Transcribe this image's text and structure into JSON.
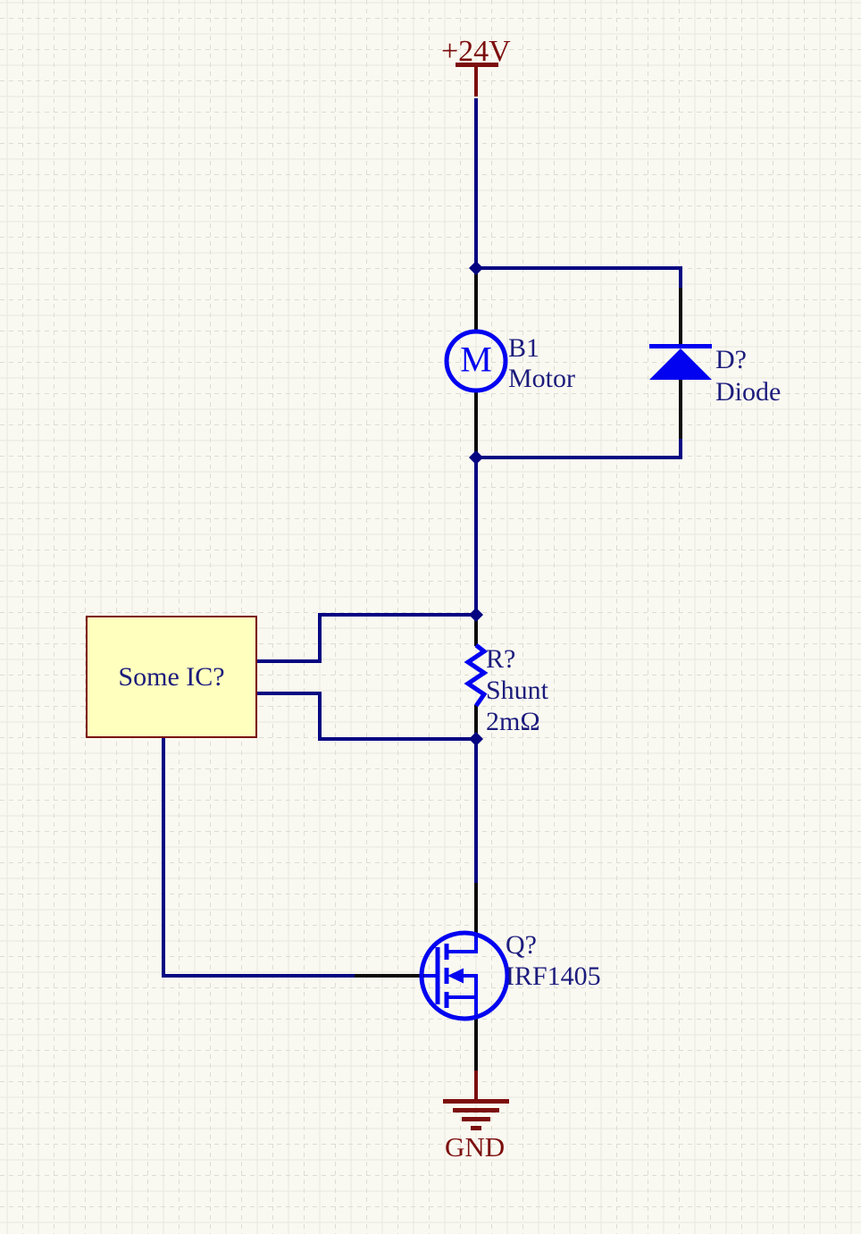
{
  "schematic": {
    "type": "circuit-schematic",
    "colors": {
      "bg": "#FAF9F1",
      "grid_solid": "#E8E7DE",
      "grid_dashed": "#DDDCD2",
      "wire": "#050582",
      "component": "#0202F0",
      "pin": "#0A0A0A",
      "power": "#7C0E0E",
      "label": "#1C1C7D",
      "ic_fill": "#FFFFBE",
      "ic_border": "#7C0E0E"
    },
    "power_rail": {
      "label": "+24V"
    },
    "ground": {
      "label": "GND"
    },
    "motor": {
      "designator": "B1",
      "comment": "Motor",
      "symbol_letter": "M"
    },
    "diode": {
      "designator": "D?",
      "comment": "Diode"
    },
    "shunt": {
      "designator": "R?",
      "comment": "Shunt",
      "value": "2mΩ"
    },
    "mosfet": {
      "designator": "Q?",
      "comment": "IRF1405"
    },
    "ic": {
      "label": "Some IC?"
    }
  }
}
